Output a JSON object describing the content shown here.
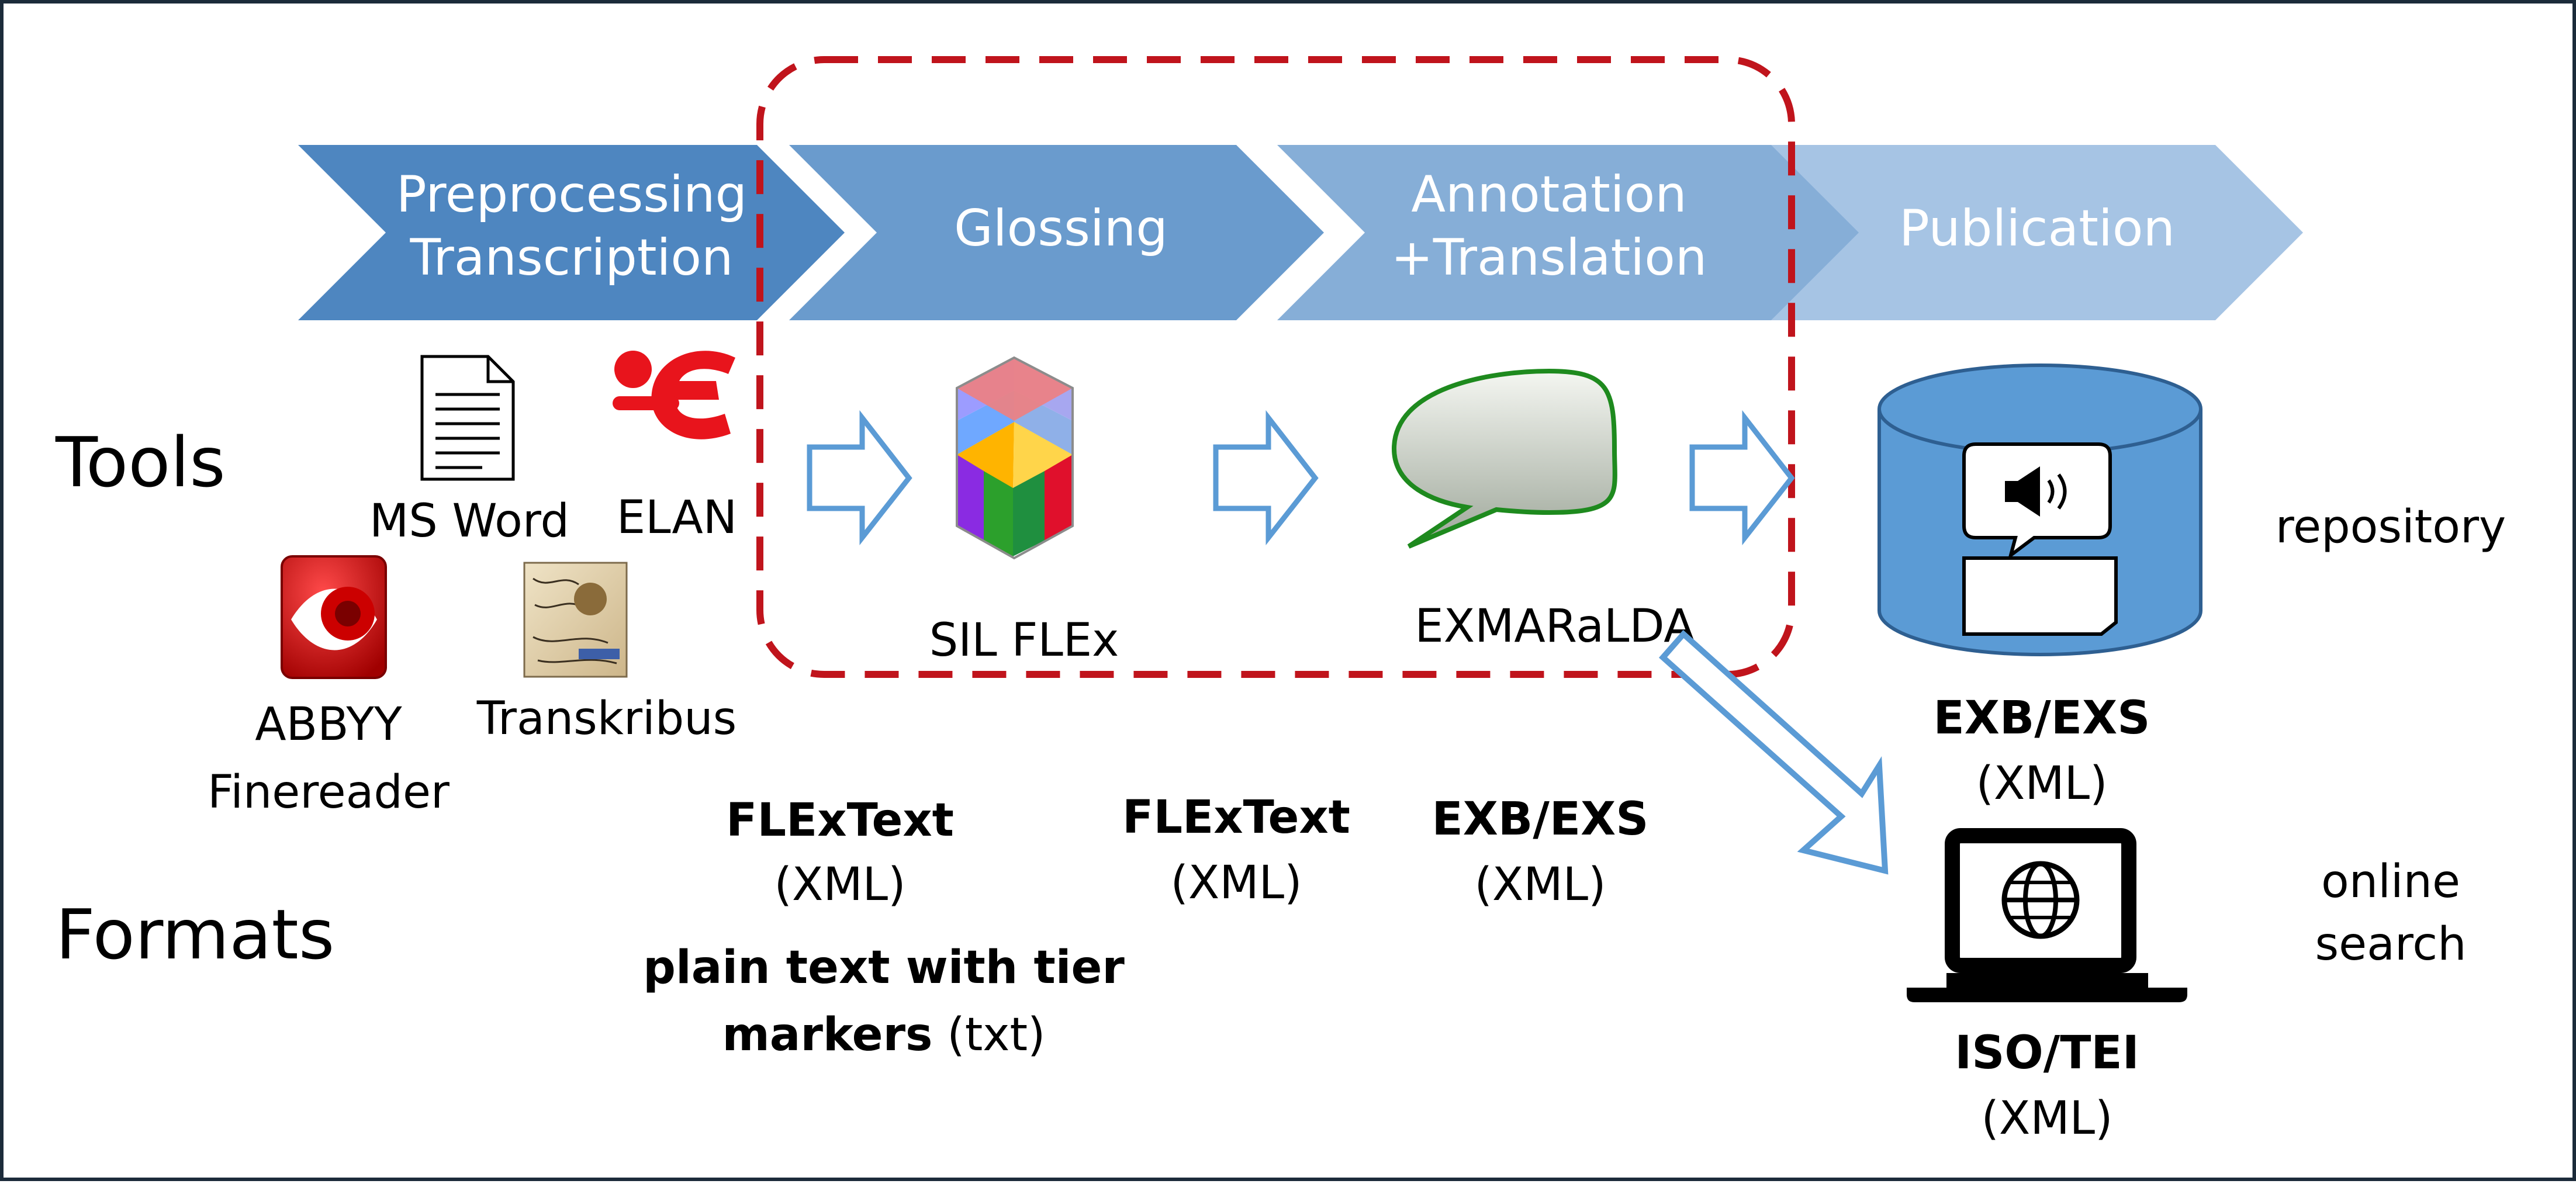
{
  "pipeline": {
    "stages": [
      {
        "line1": "Preprocessing",
        "line2": "Transcription"
      },
      {
        "line1": "Glossing",
        "line2": ""
      },
      {
        "line1": "Annotation",
        "line2": "+Translation"
      },
      {
        "line1": "Publication",
        "line2": ""
      }
    ]
  },
  "rows": {
    "tools": "Tools",
    "formats": "Formats"
  },
  "tools": {
    "ms_word": "MS Word",
    "elan": "ELAN",
    "abbyy_line1": "ABBYY",
    "abbyy_line2": "Finereader",
    "transkribus": "Transkribus",
    "sil_flex": "SIL FLEx",
    "exmaralda": "EXMARaLDA",
    "repository": "repository",
    "online_line1": "online",
    "online_line2": "search"
  },
  "formats": {
    "flextext_1_name": "FLExText",
    "flextext_1_type": "(XML)",
    "plain_line1": "plain text with tier",
    "plain_line2_bold": "markers",
    "plain_line2_rest": " (txt)",
    "flextext_2_name": "FLExText",
    "flextext_2_type": "(XML)",
    "exb_1_name": "EXB/EXS",
    "exb_1_type": "(XML)",
    "exb_2_name": "EXB/EXS",
    "exb_2_type": "(XML)",
    "iso_name": "ISO/TEI",
    "iso_type": "(XML)"
  },
  "colors": {
    "frame": "#1c2b3a",
    "chevron_1": "#4e86c0",
    "chevron_2": "#6a9bcd",
    "chevron_3": "#86aed7",
    "chevron_4": "#a6c4e4",
    "dashed_box": "#c0141c",
    "outline_arrow": "#5b9bd5",
    "repository_fill": "#5b9bd5",
    "repository_stroke": "#2e5f91"
  },
  "icons": {
    "ms_word": "document-icon",
    "elan": "elan-logo",
    "abbyy": "abbyy-logo",
    "transkribus": "transkribus-logo",
    "flex": "flex-cube-logo",
    "exmaralda": "speech-bubble-icon",
    "repository": "database-cylinder-icon",
    "speaker": "speaker-icon",
    "laptop": "laptop-icon",
    "globe": "globe-icon"
  }
}
